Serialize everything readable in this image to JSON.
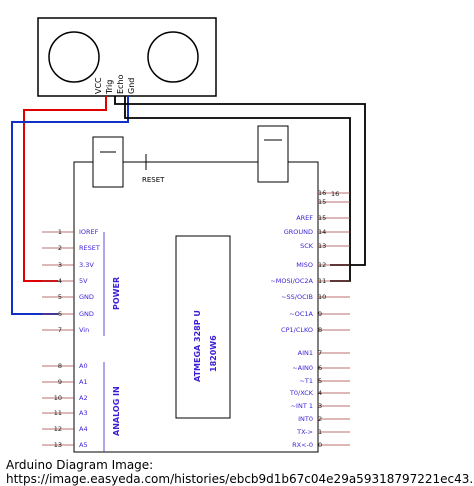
{
  "sensor": {
    "pins": [
      "VCC",
      "Trig",
      "Echo",
      "Gnd"
    ]
  },
  "board": {
    "reset_label": "RESET",
    "chip_line1": "ATMEGA 328P U",
    "chip_line2": "1820W6",
    "power_label": "POWER",
    "analog_label": "ANALOG IN",
    "left_pins": [
      {
        "num": "1",
        "label": "IOREF"
      },
      {
        "num": "2",
        "label": "RESET"
      },
      {
        "num": "3",
        "label": "3.3V"
      },
      {
        "num": "4",
        "label": "5V"
      },
      {
        "num": "5",
        "label": "GND"
      },
      {
        "num": "6",
        "label": "GND"
      },
      {
        "num": "7",
        "label": "Vin"
      },
      {
        "num": "8",
        "label": "A0"
      },
      {
        "num": "9",
        "label": "A1"
      },
      {
        "num": "10",
        "label": "A2"
      },
      {
        "num": "11",
        "label": "A3"
      },
      {
        "num": "12",
        "label": "A4"
      },
      {
        "num": "13",
        "label": "A5"
      }
    ],
    "right_pins": [
      {
        "num": "16",
        "label": ""
      },
      {
        "num": "15",
        "label": ""
      },
      {
        "num": "15",
        "label": "AREF"
      },
      {
        "num": "14",
        "label": "GROUND"
      },
      {
        "num": "13",
        "label": "SCK"
      },
      {
        "num": "12",
        "label": "MISO"
      },
      {
        "num": "11",
        "label": "~MOSI/OC2A"
      },
      {
        "num": "10",
        "label": "~SS/OCIB"
      },
      {
        "num": "9",
        "label": "~OC1A"
      },
      {
        "num": "8",
        "label": "CP1/CLKO"
      },
      {
        "num": "7",
        "label": "AIN1"
      },
      {
        "num": "6",
        "label": "~AIN0"
      },
      {
        "num": "5",
        "label": "~T1"
      },
      {
        "num": "4",
        "label": "T0/XCK"
      },
      {
        "num": "3",
        "label": "~INT 1"
      },
      {
        "num": "2",
        "label": "INT0"
      },
      {
        "num": "1",
        "label": "TX->"
      },
      {
        "num": "0",
        "label": "RX<-0"
      }
    ],
    "extra_right_num": "16"
  },
  "caption": {
    "line1": "Arduino Diagram Image:",
    "line2": "https://image.easyeda.com/histories/ebcb9d1b67c04e29a59318797221ec43.png"
  },
  "colors": {
    "vcc_wire": "#e00000",
    "gnd_wire": "#1030c8",
    "signal_wire": "#000000",
    "label_text": "#3a1fd6"
  }
}
